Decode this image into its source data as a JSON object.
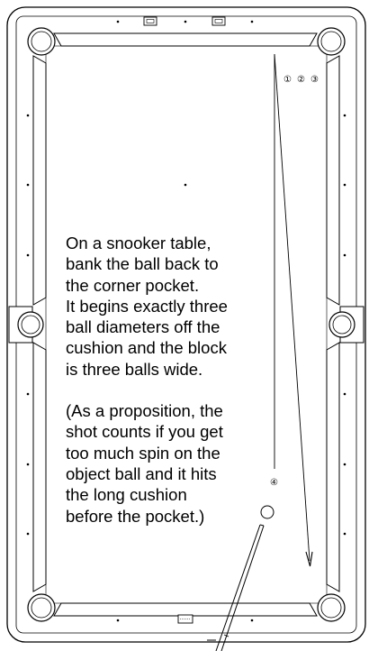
{
  "caption": {
    "lines": [
      "On a snooker table,",
      "bank the ball back to",
      "the corner pocket.",
      "It begins exactly three",
      "ball diameters off the",
      "cushion and the block",
      "is three balls wide."
    ],
    "note_lines": [
      "(As a proposition, the",
      "shot counts if you get",
      "too much spin on the",
      "object ball and it hits",
      "the long cushion",
      "before the pocket.)"
    ]
  },
  "balls": {
    "b1": "①",
    "b2": "②",
    "b3": "③",
    "b4": "④"
  },
  "colors": {
    "line": "#000000",
    "background": "#ffffff"
  }
}
